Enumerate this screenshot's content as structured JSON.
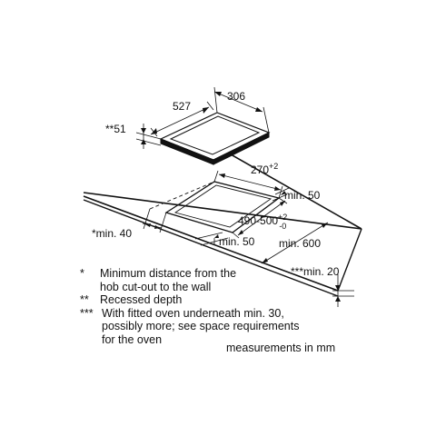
{
  "hob": {
    "depth": "527",
    "width": "306",
    "recessed_depth": "**51"
  },
  "cutout": {
    "width": "270",
    "width_tolerance": "+2",
    "depth": "490-500",
    "depth_tol_upper": "+2",
    "depth_tol_lower": "-0",
    "min_rear": "min. 50",
    "min_front": "min. 50",
    "min_side": "*min. 40",
    "min_wall": "min. 600",
    "min_worktop": "***min. 20"
  },
  "notes": [
    {
      "mark": "*",
      "lines": [
        "Minimum distance from the",
        "hob cut-out to the wall"
      ]
    },
    {
      "mark": "**",
      "lines": [
        "Recessed depth"
      ]
    },
    {
      "mark": "***",
      "lines": [
        "With fitted oven underneath min. 30,",
        "possibly more; see space requirements",
        "for the oven"
      ]
    }
  ],
  "unit_note": "measurements in mm"
}
